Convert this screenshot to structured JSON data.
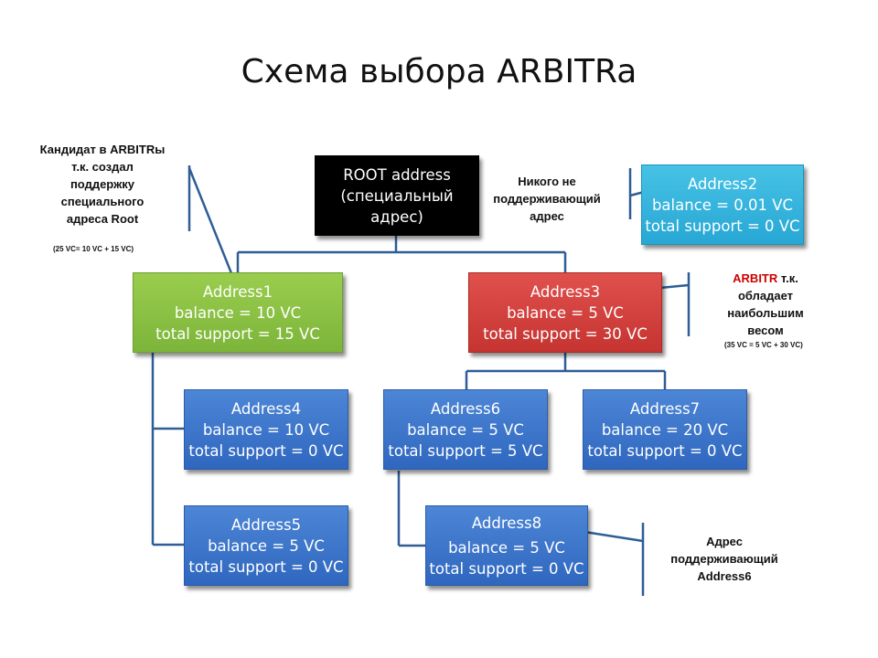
{
  "title": "Схема выбора ARBITRa",
  "nodes": {
    "root": {
      "lines": [
        "ROOT address",
        "(специальный",
        "адрес)"
      ]
    },
    "addr1": {
      "name": "Address1",
      "balance": "balance = 10 VC",
      "support": "total support = 15 VC"
    },
    "addr2": {
      "name": "Address2",
      "balance": "balance = 0.01 VC",
      "support": "total support = 0 VC"
    },
    "addr3": {
      "name": "Address3",
      "balance": "balance = 5 VC",
      "support": "total support = 30 VC"
    },
    "addr4": {
      "name": "Address4",
      "balance": "balance = 10 VC",
      "support": "total support = 0 VC"
    },
    "addr5": {
      "name": "Address5",
      "balance": "balance = 5 VC",
      "support": "total support = 0 VC"
    },
    "addr6": {
      "name": "Address6",
      "balance": "balance = 5 VC",
      "support": "total support = 5 VC"
    },
    "addr7": {
      "name": "Address7",
      "balance": "balance = 20 VC",
      "support": "total support = 0 VC"
    },
    "addr8": {
      "name": "Address8",
      "balance": "balance = 5 VC",
      "support": "total support = 0 VC"
    }
  },
  "notes": {
    "candidate": {
      "lines": [
        "Кандидат в ARBITRы",
        "т.к. создал",
        "поддержку",
        "специального",
        "адреса Root"
      ],
      "formula": "(25 VC= 10 VC + 15 VC)"
    },
    "nobody": {
      "lines": [
        "Никого не",
        "поддерживающий",
        "адрес"
      ]
    },
    "arbitr": {
      "word": "ARBITR",
      "rest": " т.к.",
      "lines": [
        "обладает",
        "наибольшим",
        "весом"
      ],
      "formula": "(35 VC = 5 VC + 30 VC)"
    },
    "supporter": {
      "lines": [
        "Адрес",
        "поддерживающий",
        "Address6"
      ]
    }
  },
  "colors": {
    "green": "#8dc145",
    "red": "#d9403d",
    "blue": "#3b74c9",
    "cyan": "#35b6e0",
    "black": "#000000",
    "connector": "#2f5d96",
    "accent_red": "#cc0000"
  }
}
